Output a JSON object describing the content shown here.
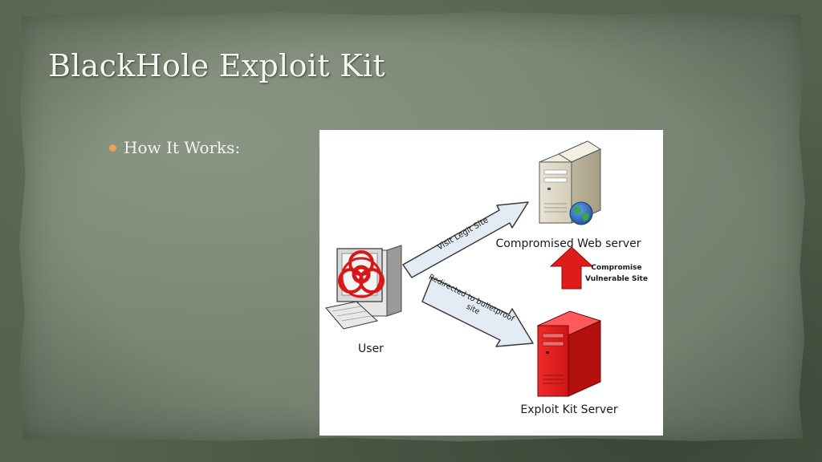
{
  "slide": {
    "title": "BlackHole Exploit Kit",
    "bullets": [
      "How It Works:"
    ]
  },
  "diagram": {
    "user_label": "User",
    "web_server_label": "Compromised Web server",
    "exploit_server_label": "Exploit Kit Server",
    "arrow_visit_label": "Visit Legit Site",
    "arrow_redirect_line1": "Redirected to bulletproof",
    "arrow_redirect_line2": "site",
    "compromise_line1": "Compromise",
    "compromise_line2": "Vulnerable Site"
  },
  "colors": {
    "bullet": "#e8a25a",
    "exploit_server": "#e01b1b",
    "compromise_arrow": "#e01b1b",
    "biohazard": "#d81818",
    "flow_arrow_fill": "#e3ebf5"
  },
  "icons": [
    "computer-icon",
    "biohazard-icon",
    "web-server-icon",
    "globe-icon",
    "exploit-server-icon",
    "up-arrow-icon"
  ]
}
